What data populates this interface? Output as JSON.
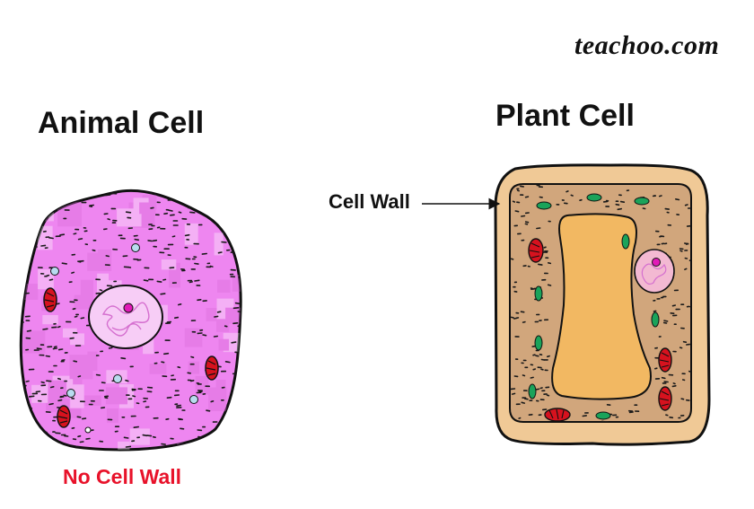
{
  "brand": "teachoo.com",
  "animal_cell": {
    "title": "Animal Cell",
    "caption": "No Cell Wall"
  },
  "plant_cell": {
    "title": "Plant Cell",
    "wall_label": "Cell Wall"
  },
  "colors": {
    "animal_cytoplasm": "#ee86f0",
    "animal_nucleus": "#f7cdf6",
    "nucleolus": "#e11bb8",
    "plant_wall": "#f0c996",
    "plant_cytoplasm": "#d1a67c",
    "vacuole": "#f2b862",
    "mitochondria": "#d6121e",
    "chloroplast": "#1aa35a",
    "caption_red": "#e8122a"
  }
}
